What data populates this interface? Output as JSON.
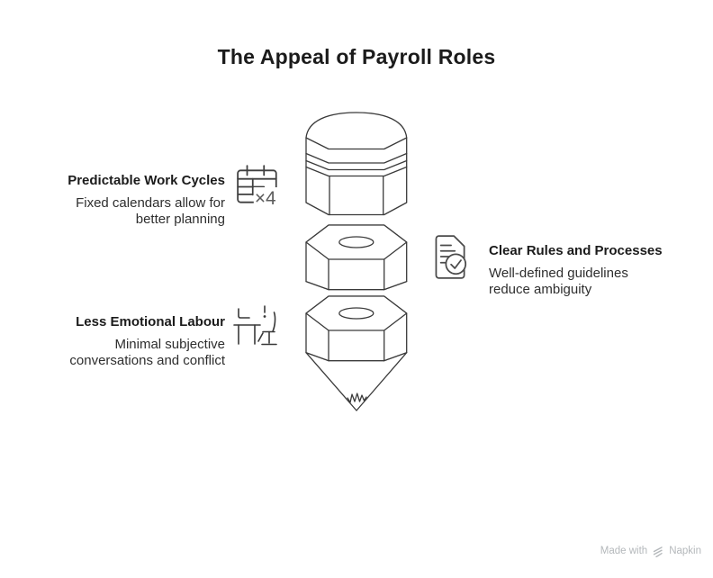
{
  "title": "The Appeal of Payroll Roles",
  "items": [
    {
      "heading": "Predictable Work Cycles",
      "description": "Fixed calendars allow for better planning",
      "icon": "calendar-x4-icon",
      "side": "left"
    },
    {
      "heading": "Clear Rules and Processes",
      "description": "Well-defined guidelines reduce ambiguity",
      "icon": "document-check-icon",
      "side": "right"
    },
    {
      "heading": "Less Emotional Labour",
      "description": "Minimal subjective conversations and conflict",
      "icon": "meeting-conflict-icon",
      "side": "left"
    }
  ],
  "icons": {
    "calendar_multiplier": "×4"
  },
  "illustration": "exploded-pencil",
  "footer": {
    "made_with": "Made with",
    "brand": "Napkin"
  },
  "colors": {
    "background": "#ffffff",
    "text_primary": "#1b1b1b",
    "text_secondary": "#2e2e2e",
    "line": "#3a3a3a",
    "icon_stroke": "#444444",
    "footer_text": "#b4b8bb"
  }
}
